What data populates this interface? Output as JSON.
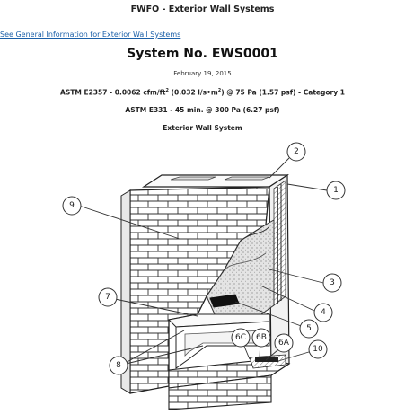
{
  "header": {
    "title": "FWFO - Exterior Wall Systems",
    "link_text": "See General Information for Exterior Wall Systems"
  },
  "system": {
    "number": "System No. EWS0001",
    "date": "February 19, 2015",
    "std1_a": "ASTM E2357 - 0.0062 cfm/ft",
    "std1_sup1": "2",
    "std1_b": " (0.032 l/s•m",
    "std1_sup2": "2",
    "std1_c": ") @ 75 Pa (1.57 psf) - Category 1",
    "std2": "ASTM E331 - 45 min. @ 300 Pa (6.27 psf)",
    "subtitle": "Exterior Wall System"
  },
  "diagram": {
    "callouts": [
      "1",
      "2",
      "3",
      "4",
      "5",
      "6A",
      "6B",
      "6C",
      "7",
      "8",
      "9",
      "10"
    ]
  }
}
